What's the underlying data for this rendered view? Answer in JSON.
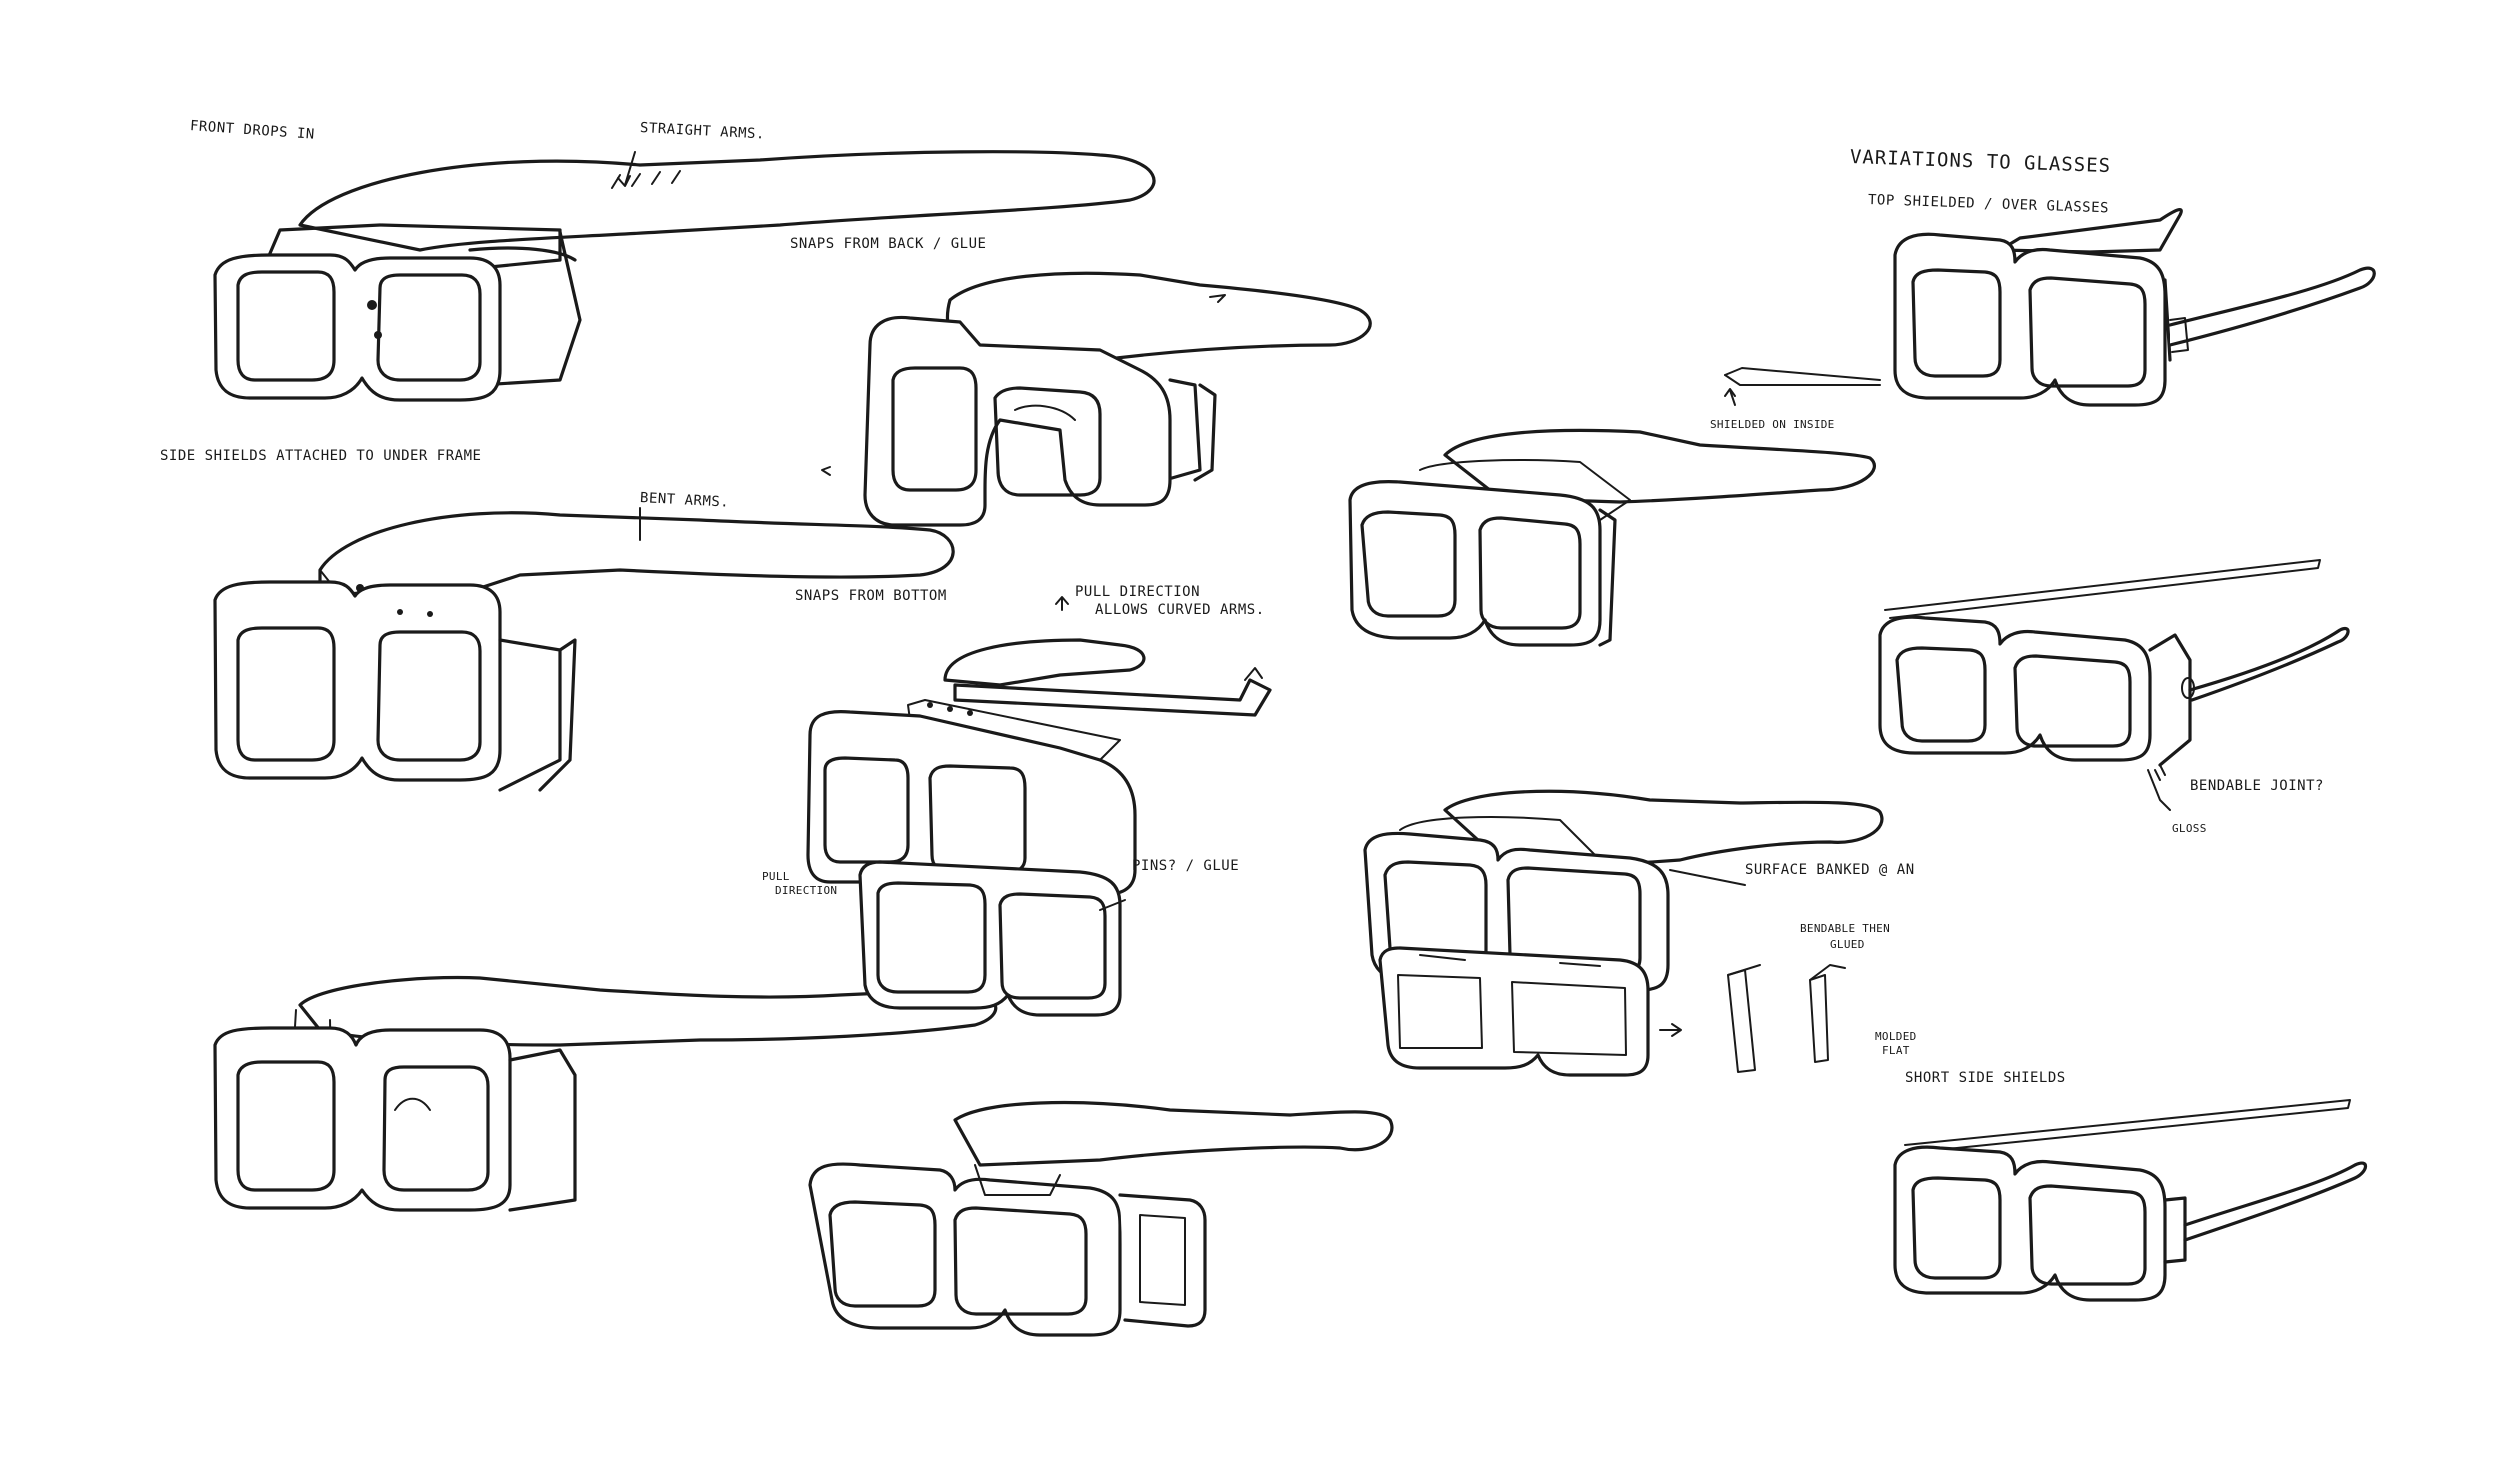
{
  "notes": {
    "front_drops_in": "Front drops in",
    "straight_arms": "Straight arms.",
    "side_shields_attached": "Side shields attached to under frame",
    "bent_arms": "Bent arms.",
    "snaps_from_back": "Snaps from back / glue",
    "snaps_from_bottom": "Snaps from bottom",
    "pull_direction_top": "Pull direction",
    "allows_curved_arms": "Allows curved arms.",
    "pull_direction_side_1": "Pull",
    "pull_direction_side_2": "direction",
    "pins_glue": "Pins? / glue",
    "variations_to_glasses": "Variations to glasses",
    "top_shielded_over_glasses": "Top shielded / over glasses",
    "shielded_on_inside": "Shielded on inside",
    "bendable_joint": "Bendable joint?",
    "gloss": "Gloss",
    "surface_banked": "Surface banked @ an",
    "bendable_then_glued_1": "Bendable then",
    "bendable_then_glued_2": "glued",
    "molded_flat_1": "Molded",
    "molded_flat_2": "flat",
    "short_side_shields": "Short side shields"
  },
  "colors": {
    "ink": "#1a1a1a",
    "paper": "#ffffff"
  }
}
